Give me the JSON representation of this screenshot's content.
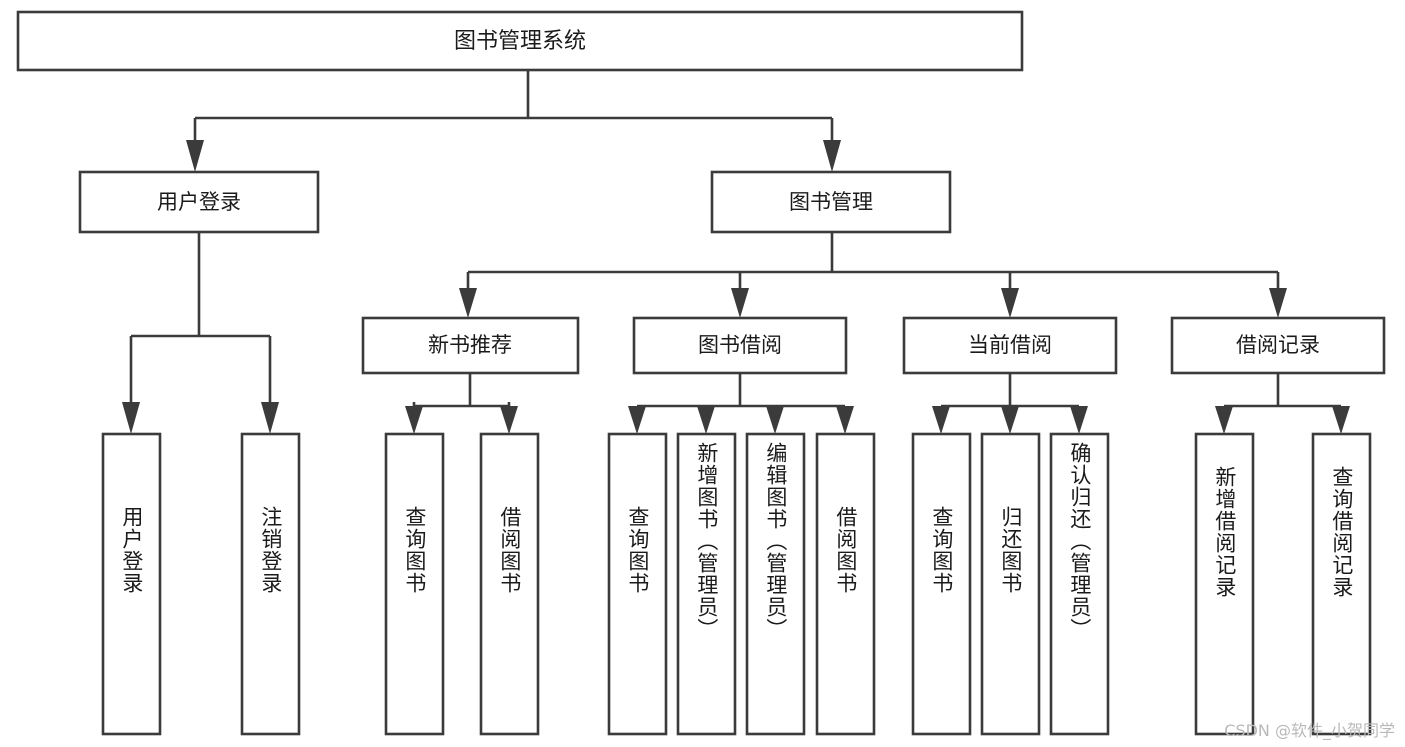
{
  "diagram": {
    "type": "tree",
    "title": "图书管理系统",
    "orientation": "top-down",
    "colors": {
      "box_stroke": "#3b3b3b",
      "box_fill": "#ffffff",
      "connector": "#3b3b3b",
      "text": "#1b1b1b",
      "background": "#ffffff",
      "watermark": "#b9b9b9"
    },
    "root": {
      "label": "图书管理系统"
    },
    "level1": [
      {
        "label": "用户登录"
      },
      {
        "label": "图书管理"
      }
    ],
    "level2": [
      {
        "label": "新书推荐"
      },
      {
        "label": "图书借阅"
      },
      {
        "label": "当前借阅"
      },
      {
        "label": "借阅记录"
      }
    ],
    "leaves": {
      "user_login": [
        {
          "label": "用户登录"
        },
        {
          "label": "注销登录"
        }
      ],
      "new_book_recommend": [
        {
          "label": "查询图书"
        },
        {
          "label": "借阅图书"
        }
      ],
      "book_borrow": [
        {
          "label": "查询图书"
        },
        {
          "label": "新增图书（管理员）"
        },
        {
          "label": "编辑图书（管理员）"
        },
        {
          "label": "借阅图书"
        }
      ],
      "current_borrow": [
        {
          "label": "查询图书"
        },
        {
          "label": "归还图书"
        },
        {
          "label": "确认归还（管理员）"
        }
      ],
      "borrow_record": [
        {
          "label": "新增借阅记录"
        },
        {
          "label": "查询借阅记录"
        }
      ]
    }
  },
  "watermark": {
    "text": "CSDN @软件_小贺同学"
  }
}
